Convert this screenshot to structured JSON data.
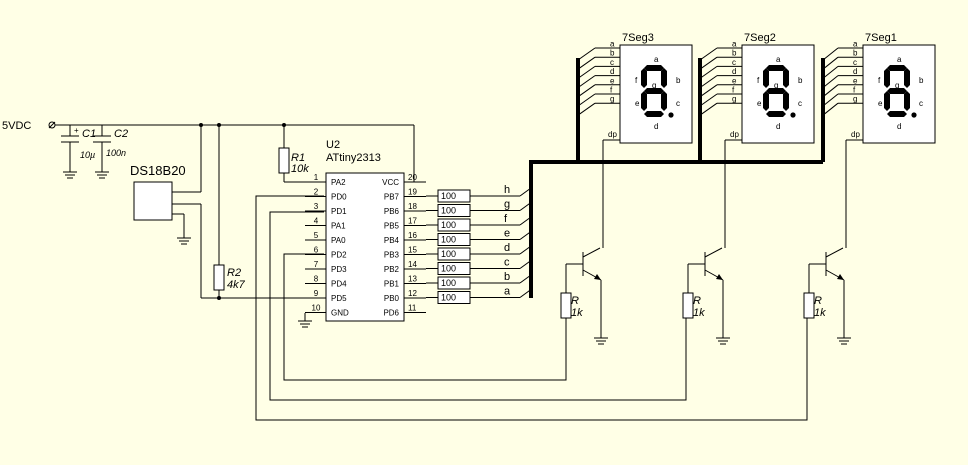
{
  "supply": {
    "label": "5VDC"
  },
  "caps": [
    {
      "ref": "C1",
      "value": "10µ"
    },
    {
      "ref": "C2",
      "value": "100n"
    }
  ],
  "sensor": {
    "label": "DS18B20"
  },
  "resistors": {
    "r1": {
      "ref": "R1",
      "value": "10k"
    },
    "r2": {
      "ref": "R2",
      "value": "4k7"
    },
    "base": {
      "ref": "R",
      "value": "1k"
    }
  },
  "mcu": {
    "ref": "U2",
    "part": "ATtiny2313",
    "left_pins": [
      {
        "num": "1",
        "name": "PA2"
      },
      {
        "num": "2",
        "name": "PD0"
      },
      {
        "num": "3",
        "name": "PD1"
      },
      {
        "num": "4",
        "name": "PA1"
      },
      {
        "num": "5",
        "name": "PA0"
      },
      {
        "num": "6",
        "name": "PD2"
      },
      {
        "num": "7",
        "name": "PD3"
      },
      {
        "num": "8",
        "name": "PD4"
      },
      {
        "num": "9",
        "name": "PD5"
      },
      {
        "num": "10",
        "name": "GND"
      }
    ],
    "right_pins": [
      {
        "num": "20",
        "name": "VCC"
      },
      {
        "num": "19",
        "name": "PB7"
      },
      {
        "num": "18",
        "name": "PB6"
      },
      {
        "num": "17",
        "name": "PB5"
      },
      {
        "num": "16",
        "name": "PB4"
      },
      {
        "num": "15",
        "name": "PB3"
      },
      {
        "num": "14",
        "name": "PB2"
      },
      {
        "num": "13",
        "name": "PB1"
      },
      {
        "num": "12",
        "name": "PB0"
      },
      {
        "num": "11",
        "name": "PD6"
      }
    ]
  },
  "series_resistor_value": "100",
  "bus_lines": [
    "h",
    "g",
    "f",
    "e",
    "d",
    "c",
    "b",
    "a"
  ],
  "displays": {
    "names": [
      "7Seg3",
      "7Seg2",
      "7Seg1"
    ],
    "pins": [
      "a",
      "b",
      "c",
      "d",
      "e",
      "f",
      "g"
    ],
    "dp_pin": "dp",
    "segment_labels": [
      "a",
      "b",
      "c",
      "d",
      "e",
      "f",
      "g"
    ]
  }
}
